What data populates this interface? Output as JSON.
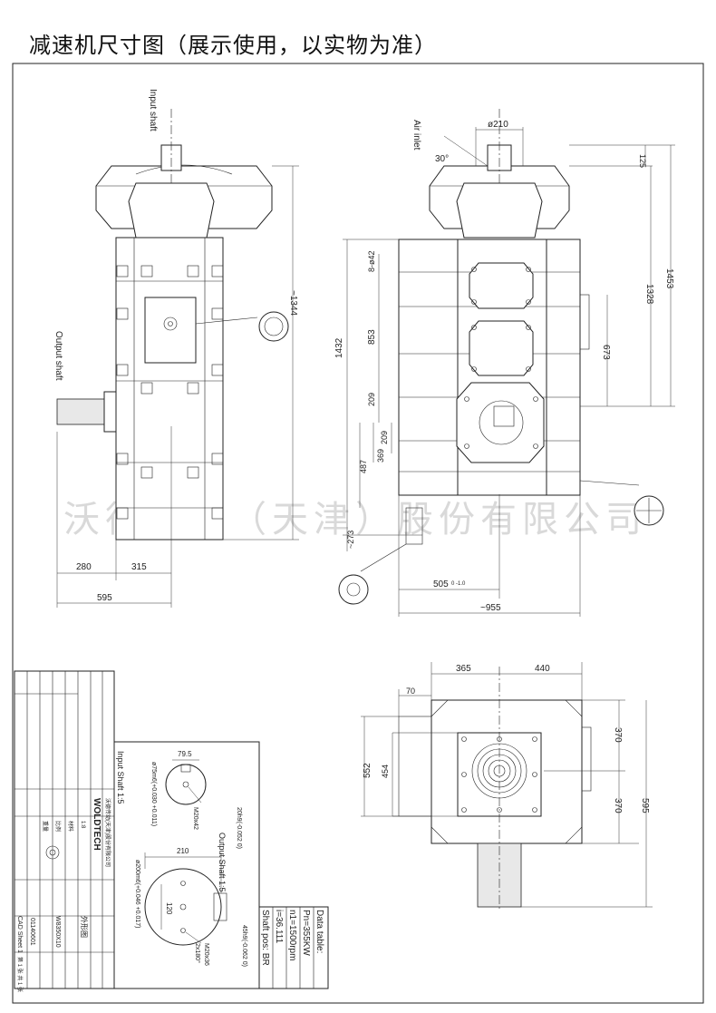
{
  "title": "减速机尺寸图（展示使用，以实物为准）",
  "watermark": "沃德传动（天津）股份有限公司",
  "front_view": {
    "input_shaft_label": "Input shaft",
    "output_shaft_label": "Output shaft",
    "dim_height": "~1344",
    "dim_280": "280",
    "dim_315": "315",
    "dim_595": "595"
  },
  "side_view": {
    "air_inlet_label": "Air inlet",
    "dim_phi210": "ø210",
    "dim_30deg": "30°",
    "dim_125": "125",
    "dim_1453": "1453",
    "dim_1328": "1328",
    "dim_673": "673",
    "dim_8_phi42": "8-ø42",
    "dim_853": "853",
    "dim_1432": "1432",
    "dim_209a": "209",
    "dim_209b": "209",
    "dim_369": "369",
    "dim_487": "487",
    "dim_273": "~273",
    "dim_505": "505",
    "dim_505_tol": "0 -1.0",
    "dim_955": "~955"
  },
  "bottom_view": {
    "dim_365": "365",
    "dim_440": "440",
    "dim_70": "70",
    "dim_370a": "370",
    "dim_370b": "370",
    "dim_552": "552",
    "dim_454": "454",
    "dim_595": "595"
  },
  "shaft_details": {
    "input_title": "Input Shaft 1:5",
    "input_dim_795": "79.5",
    "input_dim_phi75": "ø75m6(+0.030 +0.011)",
    "input_dim_m20": "M20x42",
    "input_dim_20h9": "20h9(-0.052 0)",
    "output_title": "Output Shaft 1:5",
    "output_dim_210": "210",
    "output_dim_120": "120",
    "output_dim_phi200": "ø200m6(+0.046 +0.017)",
    "output_dim_m20": "M20x36",
    "output_dim_2x180": "2x180°",
    "output_dim_45h9": "45h9(-0.062 0)"
  },
  "data_table": {
    "heading": "Data table:",
    "rows": [
      "Pn=355KW",
      "n1=1500rpm",
      "i=36.111",
      "Shaft pos: BR"
    ]
  },
  "title_block": {
    "company_logo": "WOLDTECH",
    "company_name": "沃德传动(天津)股份有限公司",
    "drawing_name": "外形图",
    "model": "W8350X10",
    "cad_label": "CAD  Sheet 1",
    "drawing_no": "01140601",
    "weight_label": "重量",
    "scale_label": "比例",
    "material_label": "材料",
    "ratio": "1:8",
    "sheet": "第 1 张  共 1 张"
  }
}
